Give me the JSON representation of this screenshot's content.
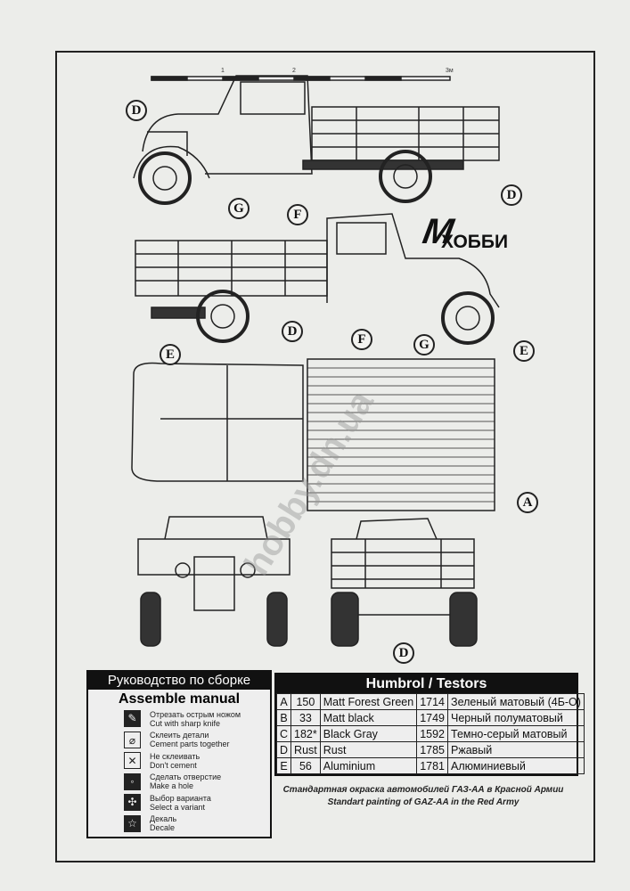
{
  "brand": {
    "logo_mark": "M",
    "logo_text": "ХОББИ"
  },
  "scale": {
    "labels": [
      "1",
      "2",
      "3м"
    ]
  },
  "watermark": "hobby.dn.ua",
  "callouts": {
    "side_left": [
      "D",
      "G",
      "F",
      "D"
    ],
    "side_right": [
      "E",
      "D",
      "F",
      "G",
      "E"
    ],
    "top_view": [
      "A"
    ],
    "rear_view": [
      "D"
    ]
  },
  "legend": {
    "title_ru": "Руководство по сборке",
    "title_en": "Assemble manual",
    "items": [
      {
        "icon": "knife-icon",
        "ru": "Отрезать острым ножом",
        "en": "Cut with sharp knife"
      },
      {
        "icon": "glue-icon",
        "ru": "Склеить детали",
        "en": "Cement parts together"
      },
      {
        "icon": "no-glue-icon",
        "ru": "Не склеивать",
        "en": "Don't cement"
      },
      {
        "icon": "drill-icon",
        "ru": "Сделать отверстие",
        "en": "Make a hole"
      },
      {
        "icon": "variant-icon",
        "ru": "Выбор варианта",
        "en": "Select a variant"
      },
      {
        "icon": "decal-icon",
        "ru": "Декаль",
        "en": "Decale"
      }
    ]
  },
  "paint": {
    "title": "Humbrol / Testors",
    "rows": [
      {
        "letter": "A",
        "humbrol": "150",
        "name": "Matt Forest Green",
        "testors": "1714",
        "ru": "Зеленый матовый (4Б-О)"
      },
      {
        "letter": "B",
        "humbrol": "33",
        "name": "Matt black",
        "testors": "1749",
        "ru": "Черный полуматовый"
      },
      {
        "letter": "C",
        "humbrol": "182*",
        "name": "Black Gray",
        "testors": "1592",
        "ru": "Темно-серый матовый"
      },
      {
        "letter": "D",
        "humbrol": "Rust",
        "name": "Rust",
        "testors": "1785",
        "ru": "Ржавый"
      },
      {
        "letter": "E",
        "humbrol": "56",
        "name": "Aluminium",
        "testors": "1781",
        "ru": "Алюминиевый"
      }
    ],
    "caption_ru": "Стандартная окраска автомобилей ГАЗ-АА в Красной Армии",
    "caption_en": "Standart painting of GAZ-AA in the Red Army"
  }
}
